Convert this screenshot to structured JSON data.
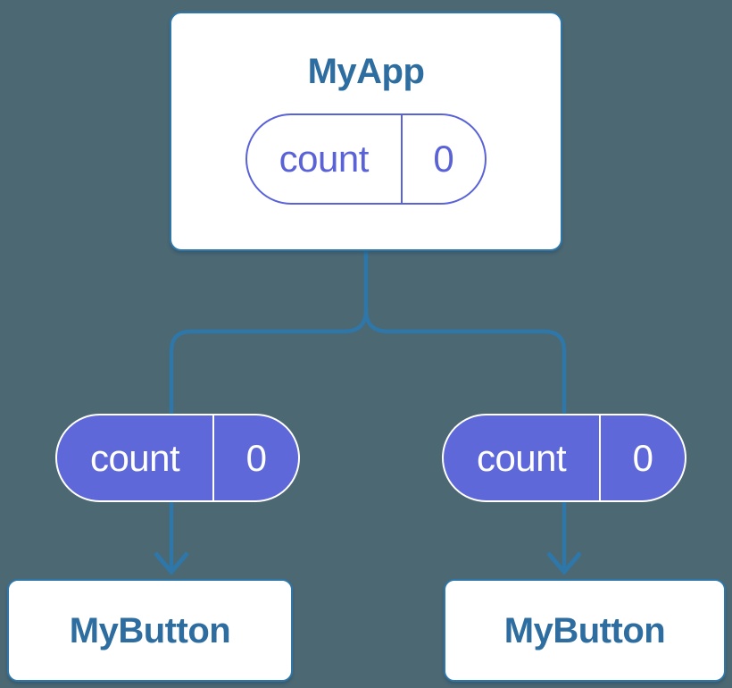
{
  "tree": {
    "root": {
      "name": "MyApp",
      "state": {
        "key": "count",
        "value": "0"
      }
    },
    "children": [
      {
        "name": "MyButton",
        "state": {
          "key": "count",
          "value": "0"
        }
      },
      {
        "name": "MyButton",
        "state": {
          "key": "count",
          "value": "0"
        }
      }
    ]
  },
  "colors": {
    "background": "#4c6873",
    "connector_line": "#2e77a8",
    "card_border": "#2e77a8",
    "card_text": "#2e6d9f",
    "state_pill_fill": "#5e68d8",
    "state_pill_outline": "#5a62d8",
    "state_pill_text_on_fill": "#ffffff"
  }
}
